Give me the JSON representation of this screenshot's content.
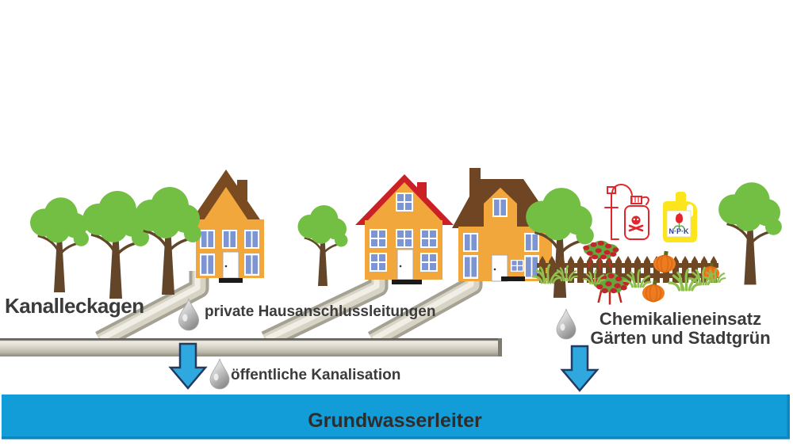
{
  "labels": {
    "kanalleckagen": "Kanalleckagen",
    "private_hausanschluss": "private Hausanschlussleitungen",
    "oeffentliche_kanalisation": "öffentliche Kanalisation",
    "chemikalien_line1": "Chemikalieneinsatz",
    "chemikalien_line2": "Gärten und Stadtgrün",
    "grundwasserleiter": "Grundwasserleiter",
    "npk": "N·P·K"
  },
  "icons": {
    "water-drop": "gray teardrop (leakage)",
    "down-arrow": "blue arrow pointing down into groundwater",
    "tree": "green round-canopy tree with brown trunk",
    "house": "orange house with blue windows",
    "fence": "brown picket garden fence",
    "pumpkin": "orange pumpkin",
    "tomato-plant": "staked tomato plant with red fruit",
    "pesticide-sprayer": "red outlined sprayer with skull-and-crossbones label",
    "fertilizer-jug": "yellow jug with N·P·K flower label",
    "sewer-pipe": "gray/beige sewer pipes"
  },
  "colors": {
    "groundwater_blue": "#129CD8",
    "groundwater_edge": "#0B86BF",
    "arrow_blue": "#2FA8E0",
    "pipe_gray": "#C9C6B8",
    "house_orange": "#F2A73D",
    "roof_brown": "#7A4B20",
    "roof_red": "#CB2026",
    "window_blue": "#7E95D3",
    "tree_green": "#72BF44",
    "trunk_brown": "#63452A",
    "fence_brown": "#6F4823",
    "pumpkin_orange": "#EF7B21",
    "sprayer_red": "#E3262C",
    "jug_yellow": "#FCE51C",
    "npk_text_blue": "#2B3990",
    "label_text": "#3B3B3B"
  }
}
